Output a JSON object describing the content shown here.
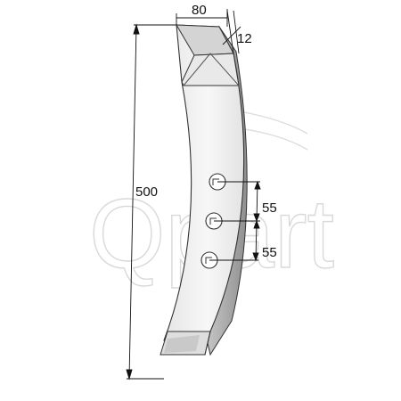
{
  "watermark": {
    "text": "Qpart",
    "color": "#d9d9d9"
  },
  "part": {
    "name": "plough-blade",
    "body_color": "#f2f2f2",
    "shade_color": "#d6d6d6",
    "edge_color": "#a8a8a8",
    "outline_color": "#333333",
    "hole_count": 3
  },
  "dimensions": {
    "top_width": "80",
    "thickness": "12",
    "length": "500",
    "hole_spacing_upper": "55",
    "hole_spacing_lower": "55"
  }
}
